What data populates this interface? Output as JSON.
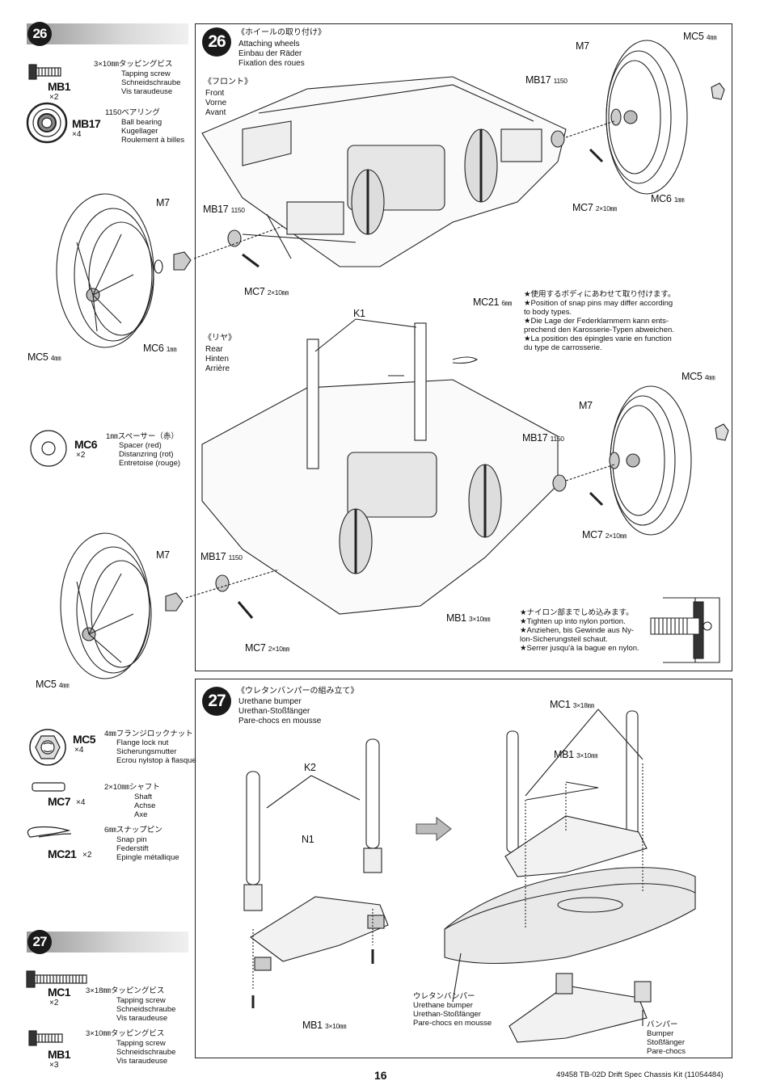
{
  "left_column": {
    "step26_badge": "26",
    "step27_badge": "27",
    "parts26": [
      {
        "code": "MB1",
        "qty": "×2",
        "jp": "3×10㎜タッピングビス",
        "desc": "Tapping screw\nSchneidschraube\nVis taraudeuse"
      },
      {
        "code": "MB17",
        "qty": "×4",
        "jp": "1150ベアリング",
        "desc": "Ball bearing\nKugellager\nRoulement à billes"
      },
      {
        "code": "MC6",
        "qty": "×2",
        "jp": "1㎜スペーサー（赤）",
        "desc": "Spacer (red)\nDistanzring (rot)\nEntretoise (rouge)"
      },
      {
        "code": "MC5",
        "qty": "×4",
        "jp": "4㎜フランジロックナット",
        "desc": "Flange lock nut\nSicherungsmutter\nEcrou nylstop à flasque"
      },
      {
        "code": "MC7",
        "qty": "×4",
        "jp": "2×10㎜シャフト",
        "desc": "Shaft\nAchse\nAxe"
      },
      {
        "code": "MC21",
        "qty": "×2",
        "jp": "6㎜スナップピン",
        "desc": "Snap pin\nFederstift\nEpingle métallique"
      }
    ],
    "parts27": [
      {
        "code": "MC1",
        "qty": "×2",
        "jp": "3×18㎜タッピングビス",
        "desc": "Tapping screw\nSchneidschraube\nVis taraudeuse"
      },
      {
        "code": "MB1",
        "qty": "×3",
        "jp": "3×10㎜タッピングビス",
        "desc": "Tapping screw\nSchneidschraube\nVis taraudeuse"
      }
    ]
  },
  "step26": {
    "number": "26",
    "title_jp": "《ホイールの取り付け》",
    "title_en": "Attaching wheels",
    "title_de": "Einbau der Räder",
    "title_fr": "Fixation des roues",
    "front": {
      "jp": "《フロント》",
      "en": "Front",
      "de": "Vorne",
      "fr": "Avant"
    },
    "rear": {
      "jp": "《リヤ》",
      "en": "Rear",
      "de": "Hinten",
      "fr": "Arrière"
    },
    "labels": {
      "mc5_a": "MC5",
      "mc5_a_sz": "4㎜",
      "m7_a": "M7",
      "mb17_a": "MB17",
      "mb17_a_sz": "1150",
      "mc6_a": "MC6",
      "mc6_a_sz": "1㎜",
      "mc7_a": "MC7",
      "mc7_a_sz": "2×10㎜",
      "m7_b": "M7",
      "mb17_b": "MB17",
      "mb17_b_sz": "1150",
      "mc7_b": "MC7",
      "mc7_b_sz": "2×10㎜",
      "mc5_b": "MC5",
      "mc5_b_sz": "4㎜",
      "mc6_b": "MC6",
      "mc6_b_sz": "1㎜",
      "mc21": "MC21",
      "mc21_sz": "6㎜",
      "k1": "K1",
      "mc5_c": "MC5",
      "mc5_c_sz": "4㎜",
      "m7_c": "M7",
      "mb17_c": "MB17",
      "mb17_c_sz": "1150",
      "mc7_c": "MC7",
      "mc7_c_sz": "2×10㎜",
      "m7_d": "M7",
      "mb17_d": "MB17",
      "mb17_d_sz": "1150",
      "mc7_d": "MC7",
      "mc7_d_sz": "2×10㎜",
      "mc5_d": "MC5",
      "mc5_d_sz": "4㎜",
      "mb1": "MB1",
      "mb1_sz": "3×10㎜"
    },
    "note_snap": "★使用するボディにあわせて取り付けます。\n★Position of snap pins may differ according\nto body types.\n★Die Lage der Federklammern kann ents-\nprechend den Karosserie-Typen abweichen.\n★La position des épingles varie en function\ndu type de carrosserie.",
    "note_nylon": "★ナイロン部までしめ込みます。\n★Tighten up into nylon portion.\n★Anziehen, bis Gewinde aus Ny-\nlon-Sicherungsteil schaut.\n★Serrer jusqu'à la bague en nylon."
  },
  "step27": {
    "number": "27",
    "title_jp": "《ウレタンバンパーの組み立て》",
    "title_en": "Urethane bumper",
    "title_de": "Urethan-Stoßfänger",
    "title_fr": "Pare-chocs en mousse",
    "labels": {
      "k2": "K2",
      "n1": "N1",
      "mb1_a": "MB1",
      "mb1_a_sz": "3×10㎜",
      "mc1": "MC1",
      "mc1_sz": "3×18㎜",
      "mb1_b": "MB1",
      "mb1_b_sz": "3×10㎜"
    },
    "urethane_callout": "ウレタンバンパー\nUrethane bumper\nUrethan-Stoßfänger\nPare-chocs en mousse",
    "bumper_callout": "バンパー\nBumper\nStoßfänger\nPare-chocs"
  },
  "footer": {
    "page": "16",
    "kit": "49458  TB-02D Drift Spec Chassis Kit (11054484)"
  }
}
